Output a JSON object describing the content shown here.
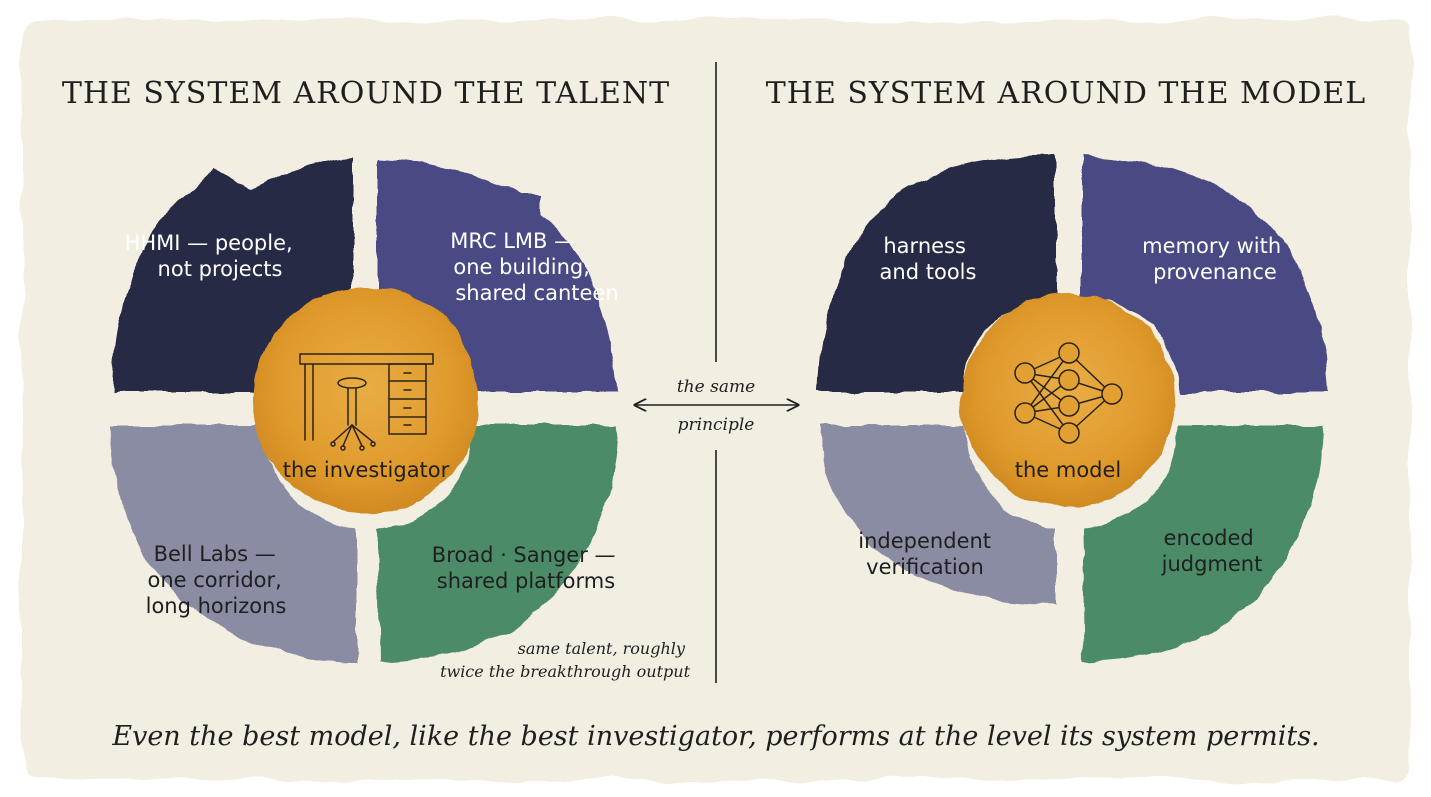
{
  "left": {
    "title": "THE SYSTEM AROUND THE TALENT",
    "center_label": "the investigator",
    "center_icon": "desk-and-stool-icon",
    "segments": {
      "top_left": [
        "HHMI — people,",
        "not projects"
      ],
      "top_right": [
        "MRC LMB —",
        "one building,",
        "shared canteen"
      ],
      "bottom_left": [
        "Bell Labs —",
        "one corridor,",
        "long horizons"
      ],
      "bottom_right": [
        "Broad · Sanger —",
        "shared platforms"
      ]
    },
    "note": [
      "same talent, roughly",
      "twice the breakthrough output"
    ]
  },
  "right": {
    "title": "THE SYSTEM AROUND THE MODEL",
    "center_label": "the model",
    "center_icon": "neural-network-icon",
    "segments": {
      "top_left": [
        "harness",
        "and tools"
      ],
      "top_right": [
        "memory with",
        "provenance"
      ],
      "bottom_left": [
        "independent",
        "verification"
      ],
      "bottom_right": [
        "encoded",
        "judgment"
      ]
    }
  },
  "connector": {
    "top": "the same",
    "bottom": "principle",
    "icon": "double-arrow-icon"
  },
  "caption": "Even the best model, like the best investigator, performs at the level its system permits.",
  "colors": {
    "paper": "#f3eee2",
    "navy": "#262c45",
    "indigo": "#4a4883",
    "slate": "#8a8ca3",
    "green": "#4b8b67",
    "amber": "#e3a032",
    "ink": "#1f1f1f"
  }
}
